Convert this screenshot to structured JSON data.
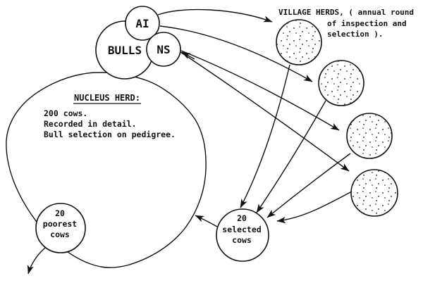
{
  "note": {
    "line1": "VILLAGE HERDS, ( annual round",
    "line2": "of inspection and",
    "line3": "selection )."
  },
  "bulls_group": {
    "ai": "AI",
    "bulls": "BULLS",
    "ns": "NS"
  },
  "nucleus": {
    "title": "NUCLEUS HERD:",
    "lines": [
      "200 cows.",
      "Recorded in detail.",
      "Bull selection on pedigree."
    ]
  },
  "selected_cows": {
    "lines": [
      "20",
      "selected",
      "cows"
    ]
  },
  "poorest_cows": {
    "lines": [
      "20",
      "poorest",
      "cows"
    ]
  },
  "colors": {
    "ink": "#111111",
    "paper": "#ffffff"
  }
}
